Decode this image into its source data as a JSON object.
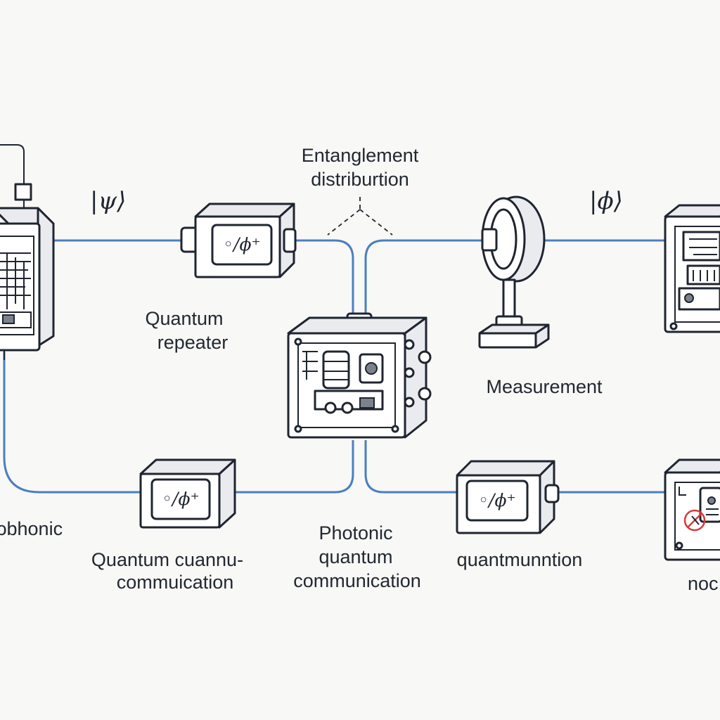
{
  "labels": {
    "entanglement_line1": "Entanglement",
    "entanglement_line2": "distriburtion",
    "ket_psi": "|ψ⟩",
    "ket_phi": "|ϕ⟩",
    "repeater_line1": "Quantum",
    "repeater_line2": "repeater",
    "measurement": "Measurement",
    "left_fragment": "ɔbhonic",
    "qc_line1": "Quantum cuannu-",
    "qc_line2": "commuication",
    "photonic_line1": "Photonic",
    "photonic_line2": "quantum",
    "photonic_line3": "communication",
    "quantmunntion": "quantmunntion",
    "node_fragment": "noc"
  },
  "module_text": "◦/ϕ⁺",
  "colors": {
    "fiber": "#4a7fc1",
    "ink": "#1f2530",
    "background": "#f8f8f6",
    "warning": "#d93a3a"
  }
}
